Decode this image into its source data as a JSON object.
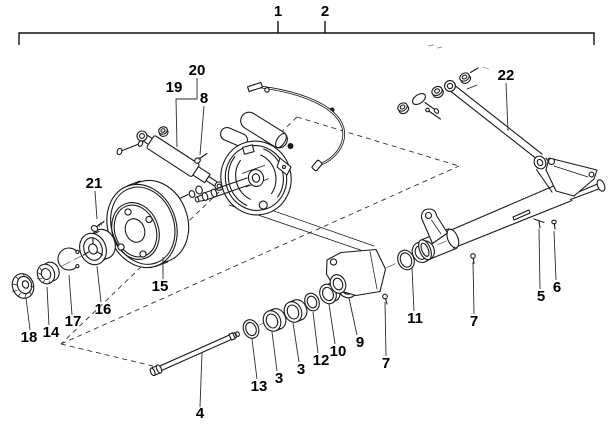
{
  "figure": {
    "background": "#ffffff",
    "line_color": "#1a1a1a",
    "label_color": "#000000",
    "style": "black-and-white exploded parts line diagram"
  },
  "callouts": [
    {
      "text": "1"
    },
    {
      "text": "2"
    },
    {
      "text": "19"
    },
    {
      "text": "20"
    },
    {
      "text": "8"
    },
    {
      "text": "21"
    },
    {
      "text": "22"
    },
    {
      "text": "15"
    },
    {
      "text": "16"
    },
    {
      "text": "17"
    },
    {
      "text": "14"
    },
    {
      "text": "18"
    },
    {
      "text": "4"
    },
    {
      "text": "13"
    },
    {
      "text": "3"
    },
    {
      "text": "3"
    },
    {
      "text": "12"
    },
    {
      "text": "10"
    },
    {
      "text": "9"
    },
    {
      "text": "7"
    },
    {
      "text": "11"
    },
    {
      "text": "7"
    },
    {
      "text": "5"
    },
    {
      "text": "6"
    }
  ]
}
